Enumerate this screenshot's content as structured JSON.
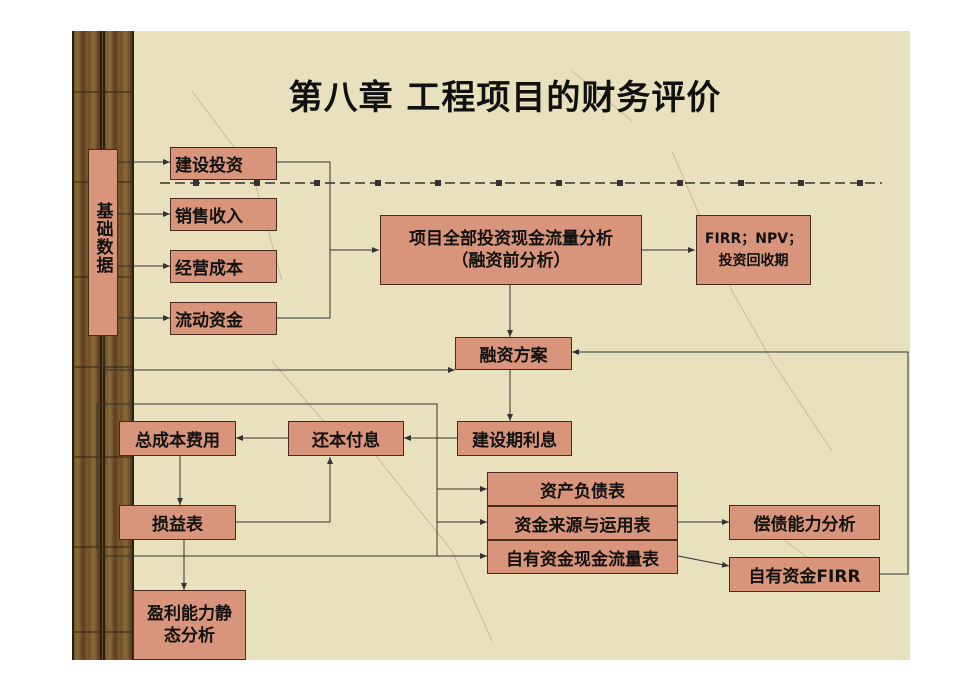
{
  "title": "第八章  工程项目的财务评价",
  "side_label": "基础数据",
  "inputs": {
    "construction_investment": "建设投资",
    "sales_revenue": "销售收入",
    "operating_cost": "经营成本",
    "working_capital": "流动资金"
  },
  "pre_finance_analysis": {
    "line1": "项目全部投资现金流量分析",
    "line2": "（融资前分析）"
  },
  "indicators": {
    "line1": "FIRR；NPV；",
    "line2": "投资回收期"
  },
  "financing_plan": "融资方案",
  "construction_interest": "建设期利息",
  "repayment": "还本付息",
  "total_cost": "总成本费用",
  "income_statement": "损益表",
  "static_profit": {
    "line1": "盈利能力静",
    "line2": "态分析"
  },
  "balance_sheet": "资产负债表",
  "funds_flow": "资金来源与运用表",
  "equity_cashflow": "自有资金现金流量表",
  "solvency_analysis": "偿债能力分析",
  "equity_firr": "自有资金FIRR",
  "colors": {
    "box_fill": "#d9957c",
    "box_border": "#4a2a1c",
    "slide_bg": "#e9e0bd",
    "wood": "#6b4a25"
  }
}
